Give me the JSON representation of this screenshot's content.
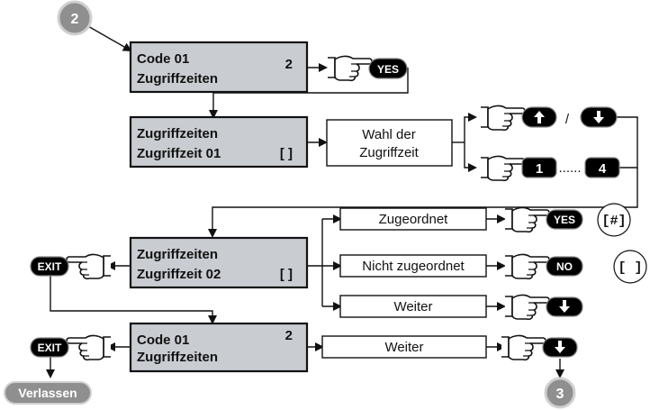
{
  "steps": {
    "start": "2",
    "end": "3"
  },
  "lcd": {
    "code01_a": {
      "line1": "Code 01",
      "line1_right": "2",
      "line2": "Zugriffzeiten"
    },
    "zugriff01": {
      "line1": "Zugriffzeiten",
      "line2": "Zugriffzeit 01",
      "line2_right": "[ ]"
    },
    "zugriff02": {
      "line1": "Zugriffzeiten",
      "line2": "Zugriffzeit 02",
      "line2_right": "[ ]"
    },
    "code01_b": {
      "line1": "Code 01",
      "line1_right": "2",
      "line2": "Zugriffzeiten"
    }
  },
  "boxes": {
    "wahl_line1": "Wahl der",
    "wahl_line2": "Zugriffzeit",
    "zugeordnet": "Zugeordnet",
    "nicht_zugeordnet": "Nicht zugeordnet",
    "weiter_1": "Weiter",
    "weiter_2": "Weiter"
  },
  "buttons": {
    "yes": "YES",
    "no": "NO",
    "exit": "EXIT",
    "one": "1",
    "four": "4",
    "verlassen": "Verlassen"
  },
  "symbols": {
    "slash": "/",
    "dots": "......",
    "assigned": "[#]",
    "not_assigned": "[ ]"
  },
  "icons": {
    "finger_press": "pointing-hand-icon",
    "up_arrow": "arrow-up-icon",
    "down_arrow": "arrow-down-icon"
  },
  "colors": {
    "lcd_fill": "#c9ccd1",
    "step_circle": "#8f8f8f",
    "button_fill": "#000000",
    "verlassen_fill": "#8f8f8f"
  }
}
